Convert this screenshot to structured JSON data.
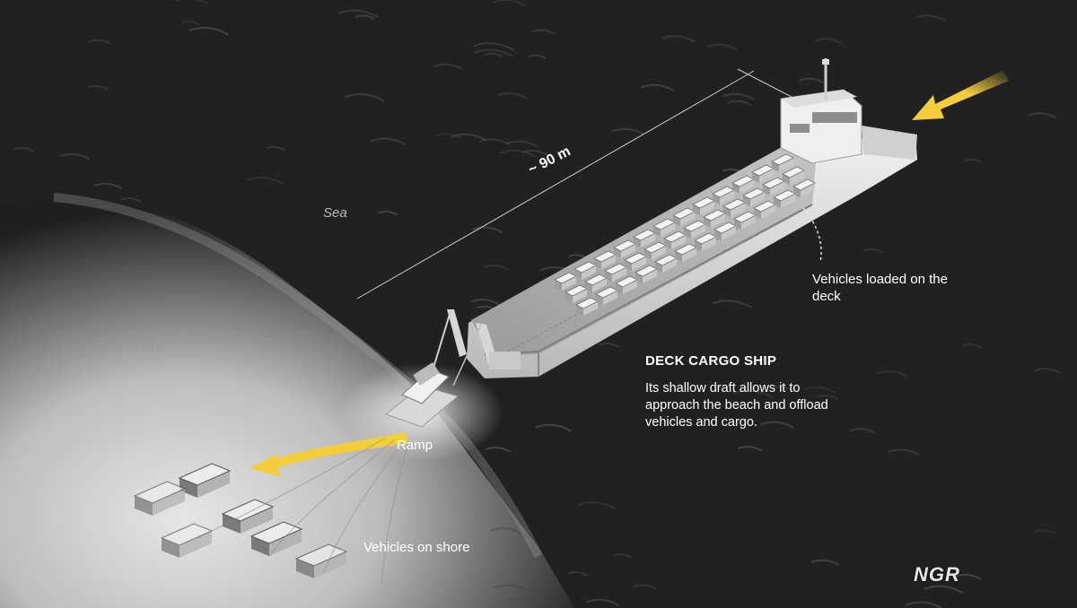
{
  "labels": {
    "sea": "Sea",
    "shore": "Shore",
    "distance": "~ 90 m",
    "vehicles_deck": "Vehicles loaded on the deck",
    "title": "DECK CARGO SHIP",
    "description": "Its shallow draft allows it to approach the beach and offload vehicles and cargo.",
    "ramp": "Ramp",
    "vehicles_shore": "Vehicles on shore"
  },
  "watermark": "NGR",
  "colors": {
    "background": "#1f1f1f",
    "sea_dark": "#232323",
    "shore": "#d9d9d9",
    "ship_hull": "#e6e6e6",
    "ship_deck": "#a9a9a9",
    "arrow": "#f2cd3c",
    "text": "#ffffff"
  },
  "icons": {
    "inbound_arrow": "arrow-down-left",
    "offload_arrow": "curved-arrow-left"
  }
}
